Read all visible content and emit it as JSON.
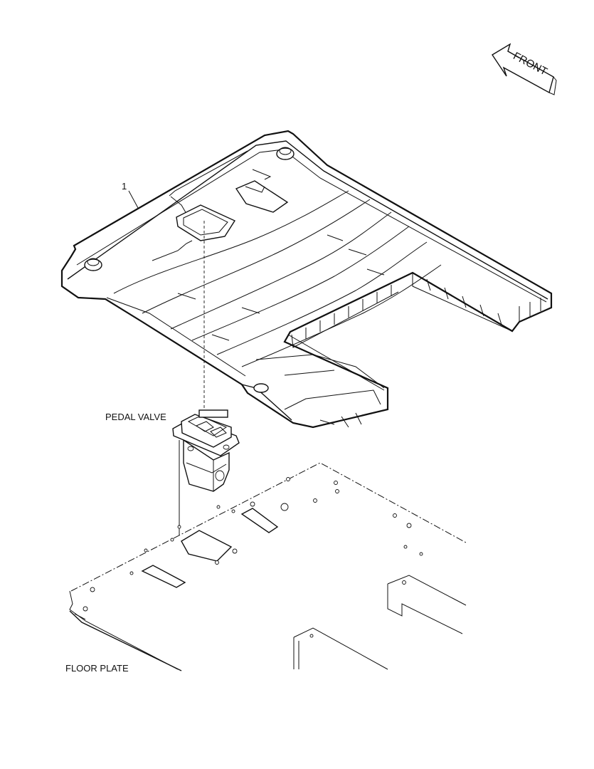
{
  "labels": {
    "callout": "1",
    "pedal_valve": "PEDAL VALVE",
    "floor_plate": "FLOOR PLATE",
    "front_arrow": "FRONT"
  },
  "icons": {
    "front": "front-arrow-icon"
  },
  "colors": {
    "line": "#111111",
    "background": "#ffffff"
  }
}
